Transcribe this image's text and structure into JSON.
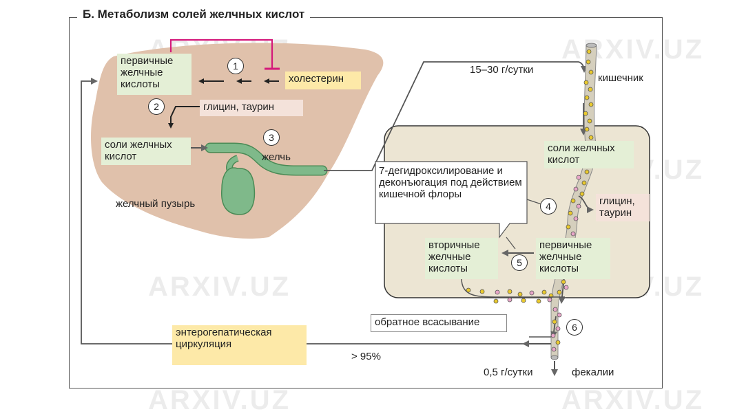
{
  "title": "Б. Метаболизм солей желчных кислот",
  "steps": [
    "1",
    "2",
    "3",
    "4",
    "5",
    "6"
  ],
  "liver": {
    "primary_acids": "первичные желчные кислоты",
    "cholesterol": "холестерин",
    "glycine_taurine": "глицин, таурин",
    "bile_salts": "соли желчных кислот",
    "bile": "желчь",
    "gallbladder": "желчный пузырь"
  },
  "intestine": {
    "rate_in": "15–30 г/сутки",
    "intestine_label": "кишечник",
    "bile_salts": "соли желчных кислот",
    "callout": "7-дегидроксилирование и деконъюгация под действием кишечной флоры",
    "glycine_taurine": "глицин, таурин",
    "secondary_acids": "вторичные желчные кислоты",
    "primary_acids": "первичные желчные кислоты",
    "reabsorption": "обратное всасывание",
    "circulation": "энтерогепатическая циркуляция",
    "percent": "> 95%",
    "rate_out": "0,5 г/сутки",
    "feces": "фекалии"
  },
  "watermark": "ARXIV.UZ",
  "colors": {
    "liver": "#e0c1ab",
    "gut": "#ece5d3",
    "bile_duct": "#7fb98a",
    "inhibition": "#d4187a",
    "salt_dot": "#e9c92e",
    "acid_dot": "#e8a6c8"
  }
}
